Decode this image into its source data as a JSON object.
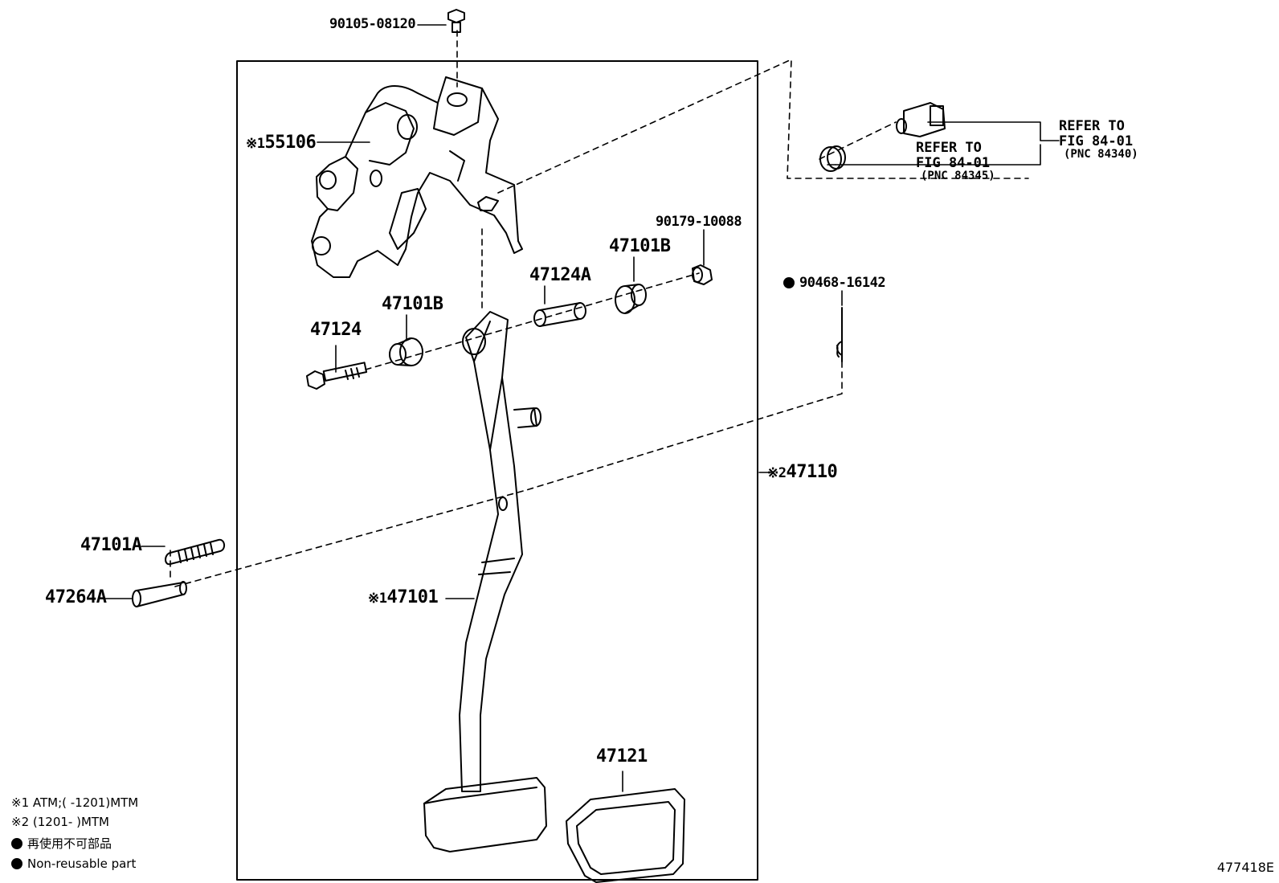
{
  "part_labels": {
    "bolt_top": "90105-08120",
    "bracket": "55106",
    "bracket_mark": "※1",
    "bolt_47124": "47124",
    "bush_47101b_left": "47101B",
    "collar_47124a": "47124A",
    "bush_47101b_right": "47101B",
    "nut_90179": "90179-10088",
    "pin_90468": "90468-16142",
    "pedal_assy": "47110",
    "pedal_assy_mark": "※2",
    "pin_47101a": "47101A",
    "pin_47264a": "47264A",
    "pedal_arm": "47101",
    "pedal_arm_mark": "※1",
    "pad_47121": "47121"
  },
  "refer_upper": {
    "line1": "REFER TO",
    "line2": "FIG 84-01",
    "pnc": "(PNC 84340)"
  },
  "refer_lower": {
    "line1": "REFER TO",
    "line2": "FIG 84-01",
    "pnc": "(PNC 84345)"
  },
  "notes": {
    "note1": "※1 ATM;(      -1201)MTM",
    "note2": "※2 (1201-      )MTM",
    "legend_jp": "再使用不可部品",
    "legend_en": "Non-reusable part"
  },
  "figure_code": "477418E"
}
